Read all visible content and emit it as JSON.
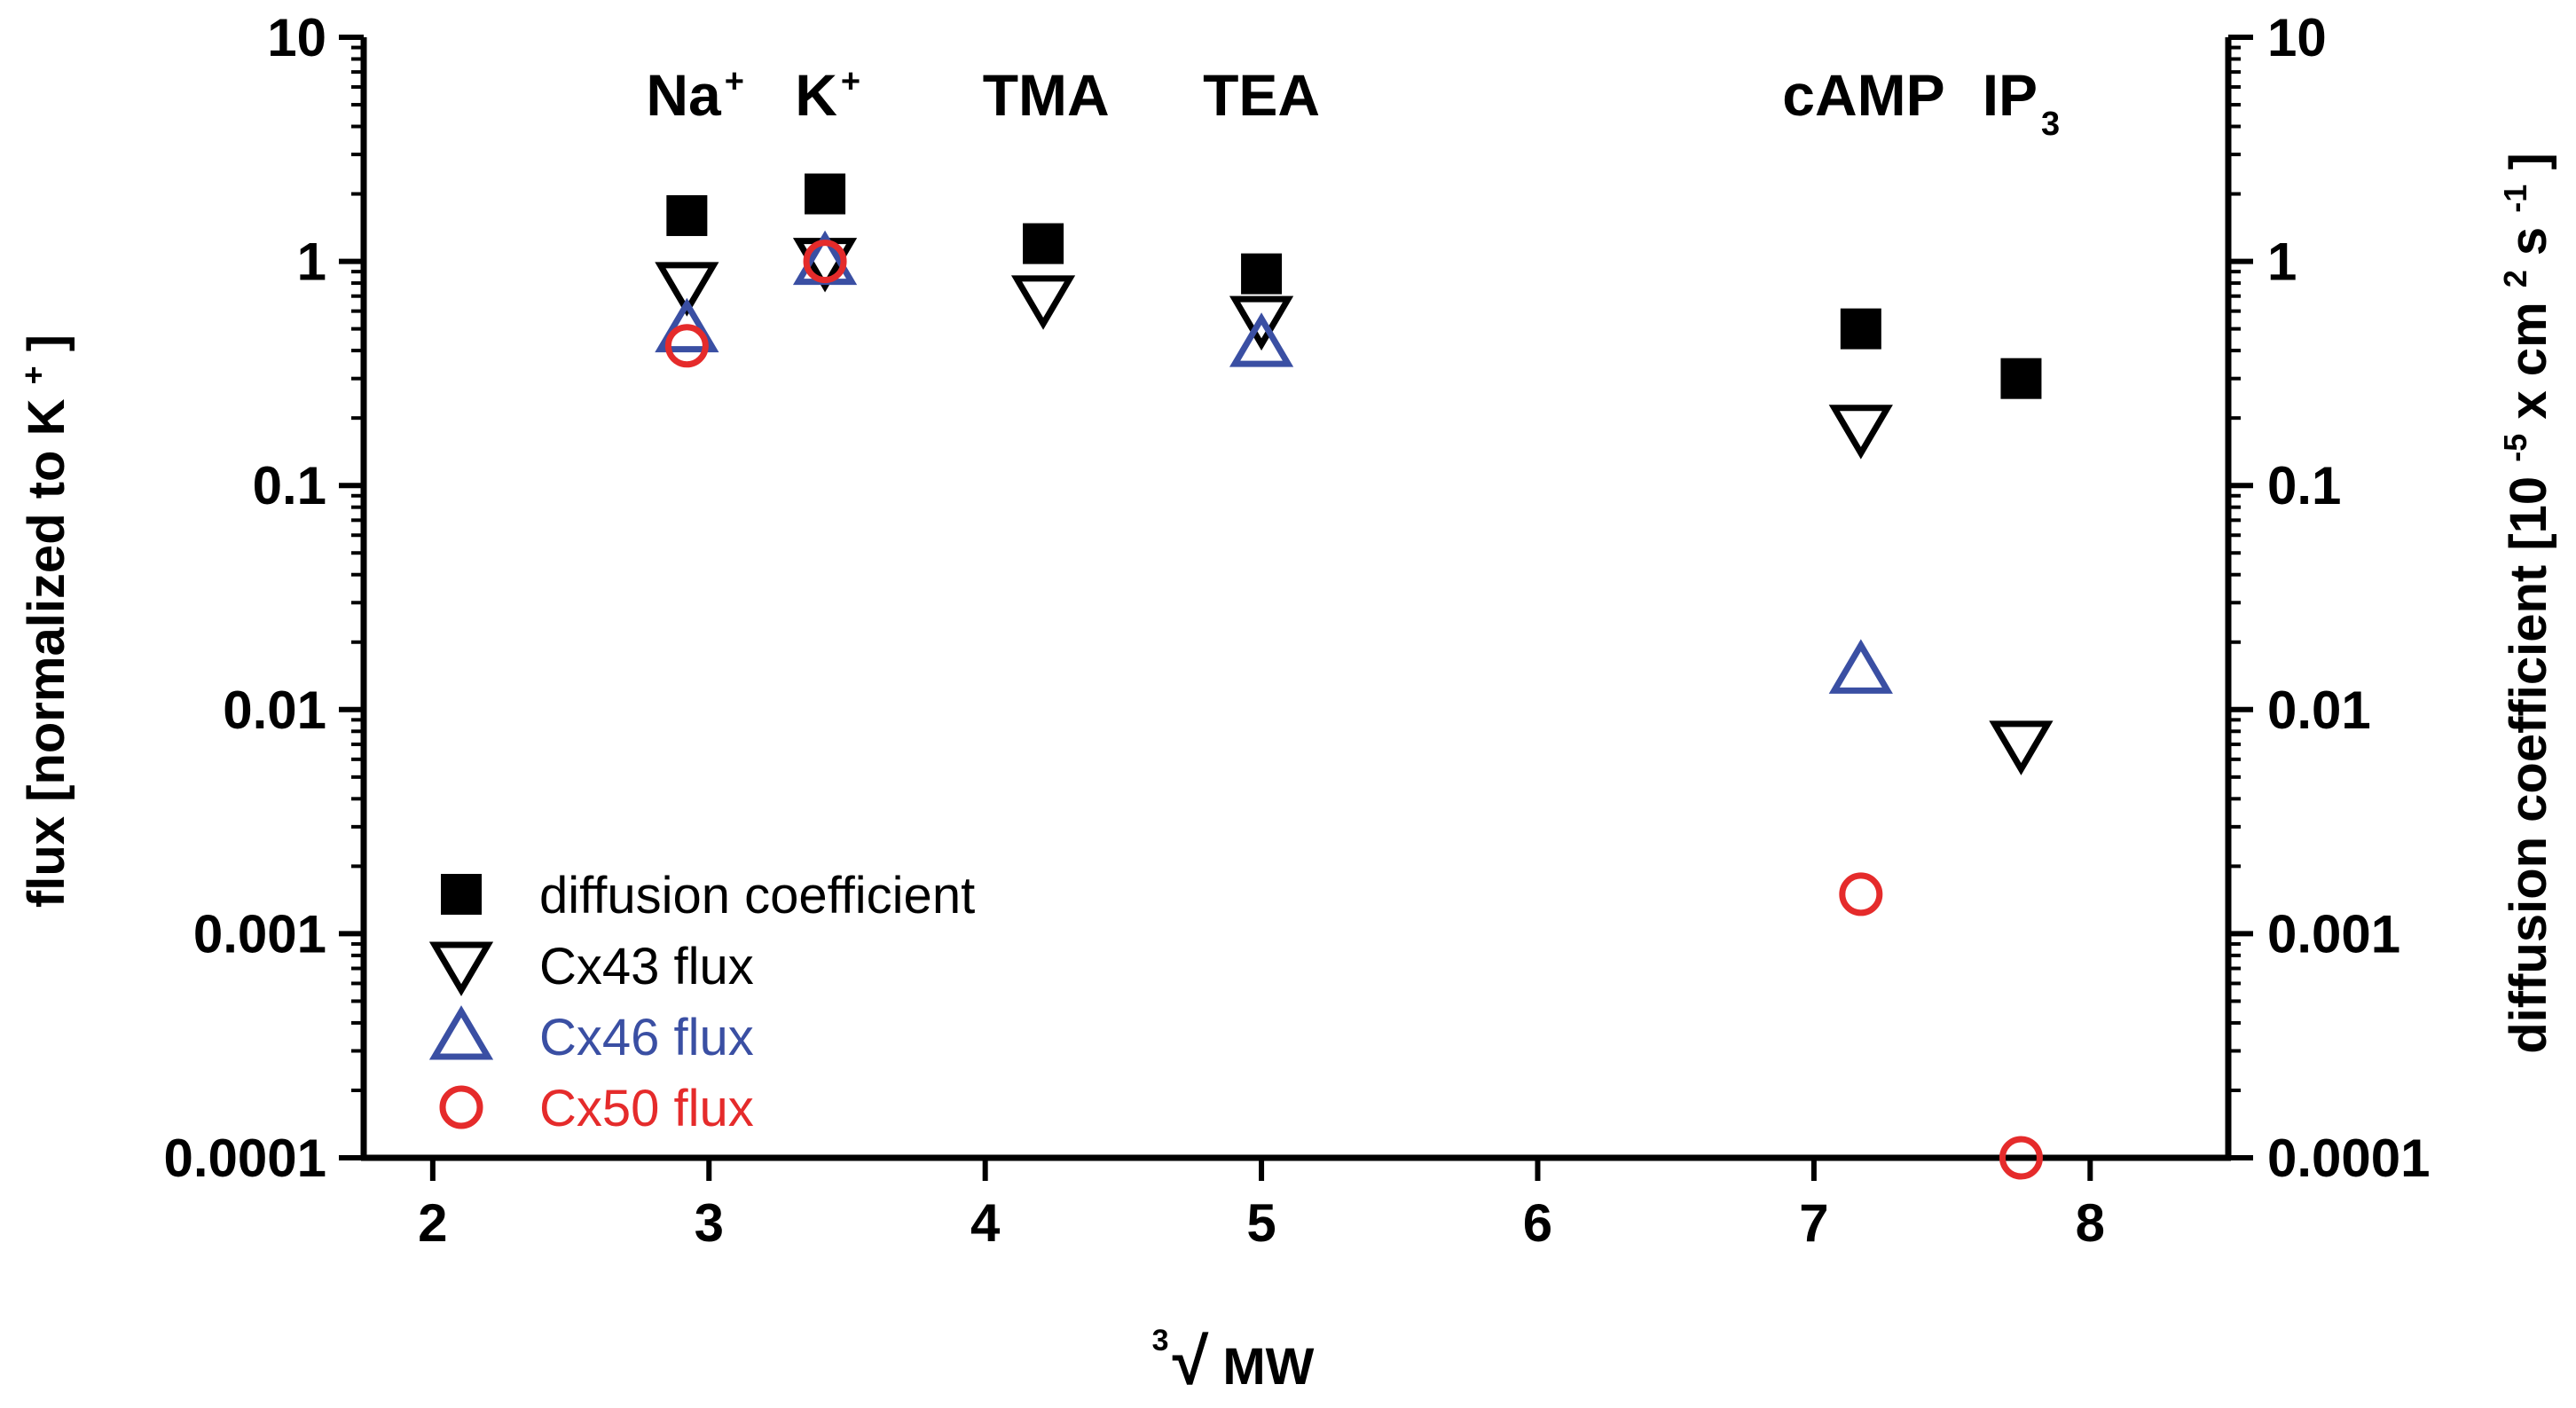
{
  "chart_data": {
    "type": "scatter",
    "x_scale": "linear",
    "y_scale": "log",
    "xlim": [
      1.75,
      8.5
    ],
    "ylim": [
      0.0001,
      10
    ],
    "grid": false,
    "x_ticks": [
      "2",
      "3",
      "4",
      "5",
      "6",
      "7",
      "8"
    ],
    "x_tick_values": [
      2,
      3,
      4,
      5,
      6,
      7,
      8
    ],
    "y_ticks": [
      "0.0001",
      "0.001",
      "0.01",
      "0.1",
      "1",
      "10"
    ],
    "y_tick_values": [
      0.0001,
      0.001,
      0.01,
      0.1,
      1,
      10
    ],
    "xlabel": {
      "root_index": "3",
      "radicand": "MW"
    },
    "ylabel_left": {
      "main": "flux [normalized to K",
      "sup": "+",
      "end": "]"
    },
    "ylabel_right": {
      "main": "diffusion coefficient [10",
      "sup1": "-5",
      "mid": " x cm",
      "sup2": "2",
      "mid2": "s",
      "sup3": "-1",
      "end": "]"
    },
    "annotations": [
      {
        "base": "Na",
        "sup": "+",
        "sub": "",
        "x": 2.95
      },
      {
        "base": "K",
        "sup": "+",
        "sub": "",
        "x": 3.43
      },
      {
        "base": "TMA",
        "sup": "",
        "sub": "",
        "x": 4.22
      },
      {
        "base": "TEA",
        "sup": "",
        "sub": "",
        "x": 5.0
      },
      {
        "base": "cAMP",
        "sup": "",
        "sub": "",
        "x": 7.18
      },
      {
        "base": "IP",
        "sup": "",
        "sub": "3",
        "x": 7.75
      }
    ],
    "legend_position": "bottom-left",
    "series": [
      {
        "name": "diffusion coefficient",
        "marker": "filled-square",
        "color": "#000000",
        "points": [
          [
            2.92,
            1.6
          ],
          [
            3.42,
            2.0
          ],
          [
            4.21,
            1.2
          ],
          [
            5.0,
            0.88
          ],
          [
            7.17,
            0.5
          ],
          [
            7.75,
            0.3
          ]
        ]
      },
      {
        "name": "Cx43 flux",
        "marker": "open-triangle-down",
        "color": "#000000",
        "points": [
          [
            2.92,
            0.78
          ],
          [
            3.42,
            1.0
          ],
          [
            4.21,
            0.68
          ],
          [
            5.0,
            0.55
          ],
          [
            7.17,
            0.18
          ],
          [
            7.75,
            0.007
          ]
        ]
      },
      {
        "name": "Cx46 flux",
        "marker": "open-triangle-up",
        "color": "#3a4fa3",
        "points": [
          [
            2.92,
            0.5
          ],
          [
            3.42,
            1.0
          ],
          [
            5.0,
            0.43
          ],
          [
            7.17,
            0.015
          ]
        ]
      },
      {
        "name": "Cx50 flux",
        "marker": "open-circle",
        "color": "#e52b2b",
        "points": [
          [
            2.92,
            0.42
          ],
          [
            3.42,
            1.0
          ],
          [
            7.17,
            0.0015
          ],
          [
            7.75,
            0.0001
          ]
        ]
      }
    ]
  }
}
